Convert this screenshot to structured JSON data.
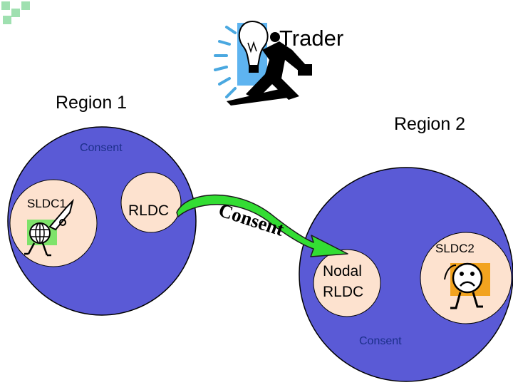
{
  "diagram": {
    "trader_label": "Trader",
    "region1_label": "Region 1",
    "region2_label": "Region 2",
    "consent_top": "Consent",
    "consent_arrow": "Consent",
    "consent_bottom": "Consent",
    "sldc1_label": "SLDC1",
    "rldc_label": "RLDC",
    "sldc2_label": "SLDC2",
    "nodal_rldc_line1": "Nodal",
    "nodal_rldc_line2": "RLDC"
  },
  "colors": {
    "region_fill": "#5a5ad6",
    "node_fill": "#fde2cf",
    "arrow_fill": "#33dd33",
    "bullet_fill": "#9fe0b0",
    "consent_text": "#1c2f8a"
  },
  "icons": [
    "bullet-icon",
    "trader-icon",
    "globe-rocket-icon",
    "worried-person-icon"
  ]
}
